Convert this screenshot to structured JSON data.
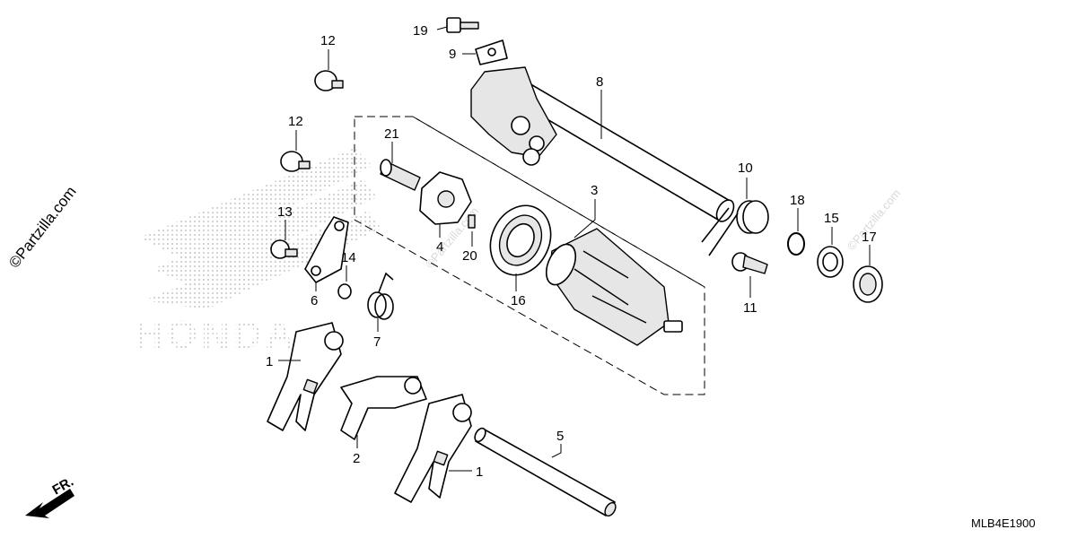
{
  "watermark": {
    "side_text": "©Partzilla.com",
    "faint_text": "©Partzilla.com",
    "brand_text": "HONDA"
  },
  "diagram_code": "MLB4E1900",
  "front_indicator": "FR.",
  "callouts": {
    "c1a": "1",
    "c1b": "1",
    "c2": "2",
    "c3": "3",
    "c4": "4",
    "c5": "5",
    "c6": "6",
    "c7": "7",
    "c8": "8",
    "c9": "9",
    "c10": "10",
    "c11": "11",
    "c12a": "12",
    "c12b": "12",
    "c13": "13",
    "c14": "14",
    "c15": "15",
    "c16": "16",
    "c17": "17",
    "c18": "18",
    "c19": "19",
    "c20": "20",
    "c21": "21"
  },
  "colors": {
    "line": "#000000",
    "watermark": "#cfcfcf",
    "background": "#ffffff"
  }
}
